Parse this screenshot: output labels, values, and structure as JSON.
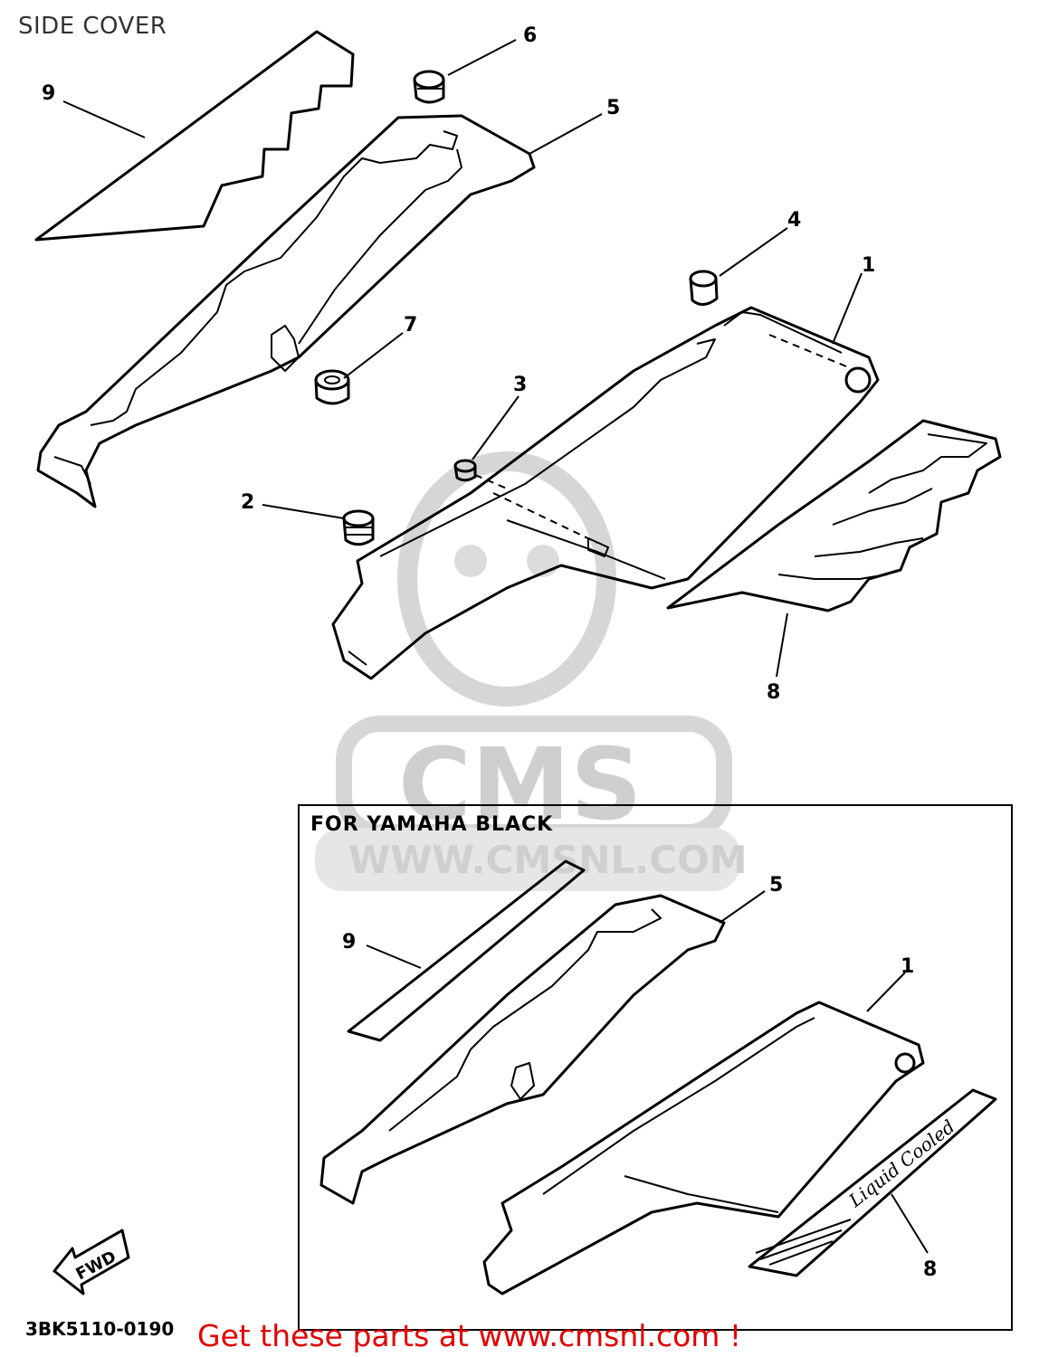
{
  "title": "SIDE COVER",
  "variant_box": {
    "label": "FOR YAMAHA BLACK"
  },
  "callouts_main": [
    "9",
    "6",
    "5",
    "4",
    "1",
    "7",
    "3",
    "2",
    "8"
  ],
  "callouts_variant": [
    "5",
    "9",
    "1",
    "8"
  ],
  "fwd_label": "FWD",
  "decal_text": "Liquid Cooled",
  "drawing_code": "3BK5110-0190",
  "watermark": {
    "brand": "CMS",
    "url": "WWW.CMSNL.COM"
  },
  "promo": "Get these parts at www.cmsnl.com !",
  "colors": {
    "line": "#000000",
    "watermark": "#cfcfcf",
    "promo": "#e00000"
  }
}
